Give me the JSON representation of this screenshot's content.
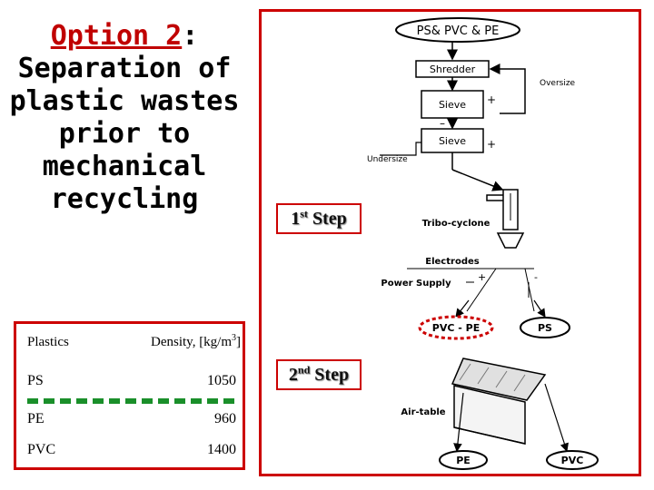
{
  "title": {
    "prefix": "Option 2",
    "colon": ":",
    "line2": "Separation of",
    "line3": "plastic wastes",
    "line4": "prior to",
    "line5": "mechanical",
    "line6": "recycling"
  },
  "table": {
    "col_plastics": "Plastics",
    "col_density": "Density, [kg/m",
    "col_density_sup": "3",
    "col_density_end": "]",
    "rows": [
      {
        "name": "PS",
        "density": "1050"
      },
      {
        "name": "PE",
        "density": "960"
      },
      {
        "name": "PVC",
        "density": "1400"
      }
    ]
  },
  "steps": {
    "step1_num": "1",
    "step1_sup": "st",
    "step1_word": "Step",
    "step2_num": "2",
    "step2_sup": "nd",
    "step2_word": "Step"
  },
  "diagram": {
    "input": "PS& PVC & PE",
    "shredder": "Shredder",
    "oversize": "Oversize",
    "sieve1": "Sieve",
    "sieve2": "Sieve",
    "undersize": "Undersize",
    "plus1": "+",
    "minus1": "–",
    "plus2": "+",
    "tribo": "Tribo-cyclone",
    "electrodes": "Electrodes",
    "power_supply": "Power Supply",
    "ps_plus": "+",
    "ps_minus": "-",
    "out_mix": "PVC - PE",
    "out_ps": "PS",
    "airtable": "Air-table",
    "out_pe": "PE",
    "out_pvc": "PVC"
  },
  "colors": {
    "accent_red": "#cc0000",
    "title_red": "#c00000",
    "dash_green": "#1a8f2a"
  }
}
